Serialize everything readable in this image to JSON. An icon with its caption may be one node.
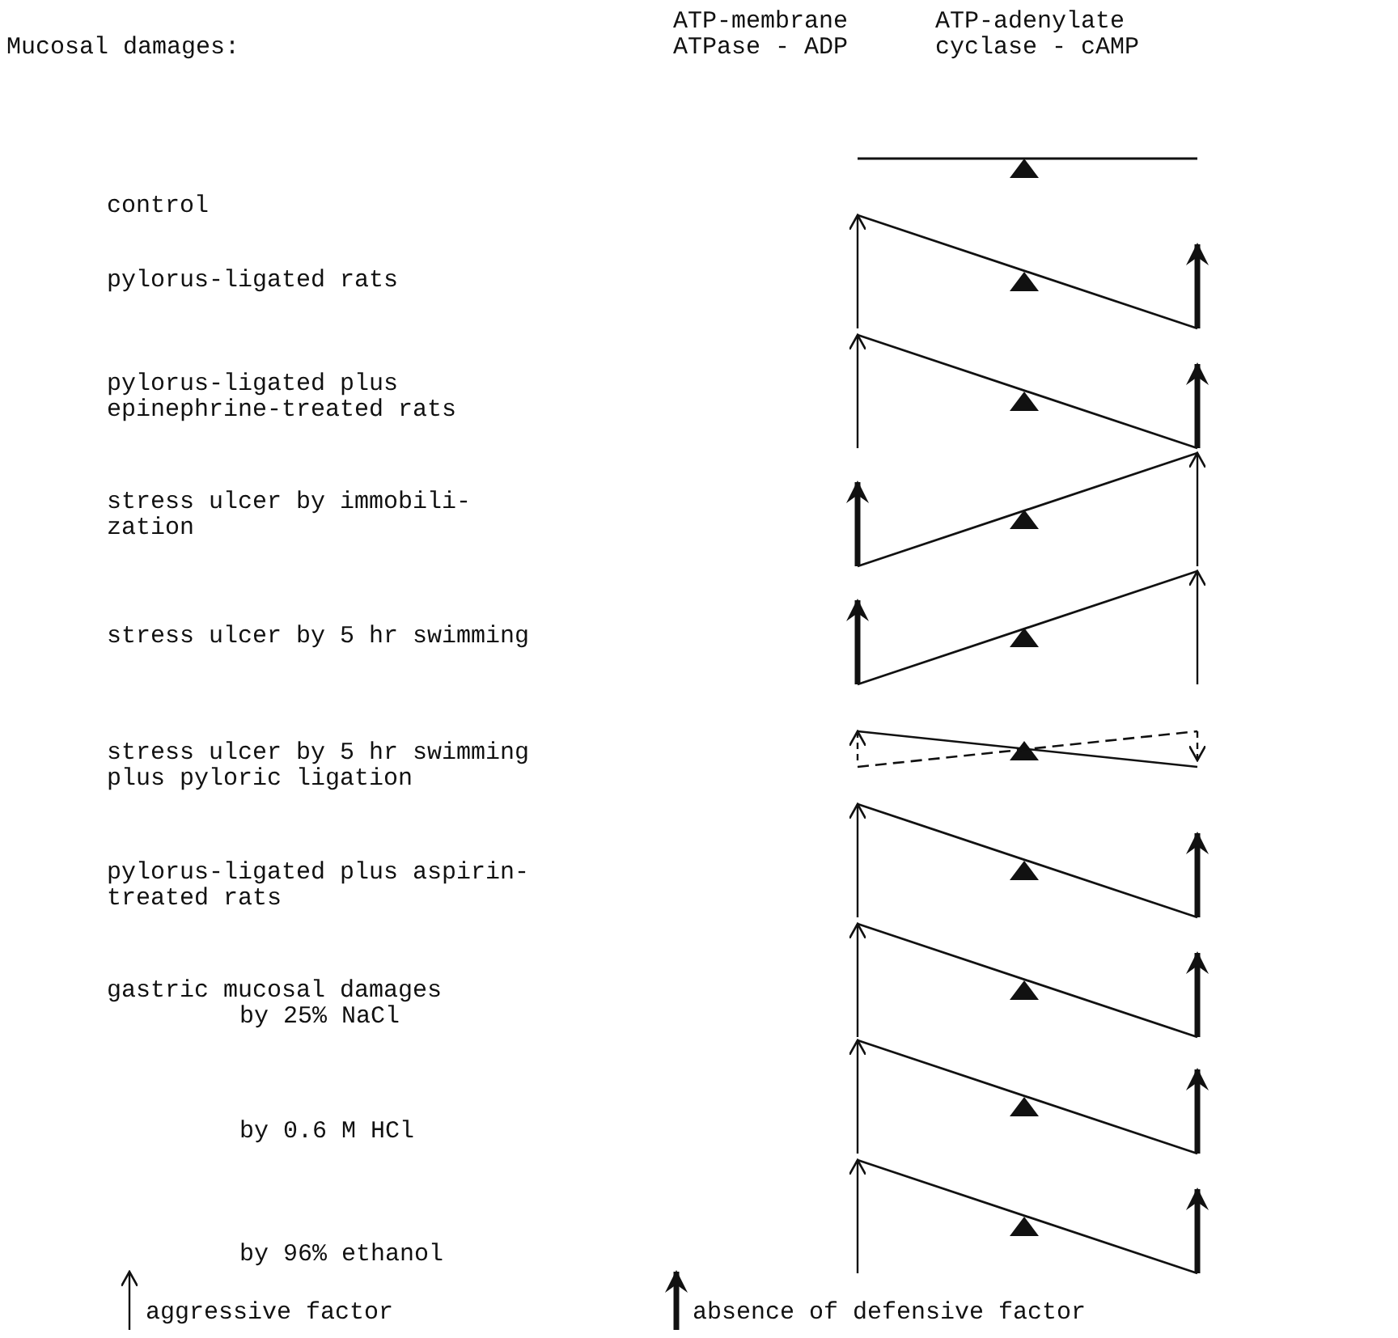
{
  "diagram": {
    "labels": [
      "Mucosal damages:",
      "ATP-membrane ATPase - ADP",
      "ATP-adenylate cyclase - cAMP",
      "control",
      "pylorus-ligated rats",
      "pylorus-ligated plus epinephrine-treated rats",
      "stress ulcer by immobili-zation",
      "stress ulcer by 5 hr swimming",
      "stress ulcer by 5 hr swimming plus pyloric ligation",
      "pylorus-ligated plus aspirin-treated rats",
      "gastric mucosal damages",
      "by 25% NaCl",
      "by 0.6 M HCl",
      "by 96% ethanol"
    ],
    "legend": [
      {
        "text": "aggressive factor"
      },
      {
        "text": "absence of defensive factor"
      }
    ]
  }
}
